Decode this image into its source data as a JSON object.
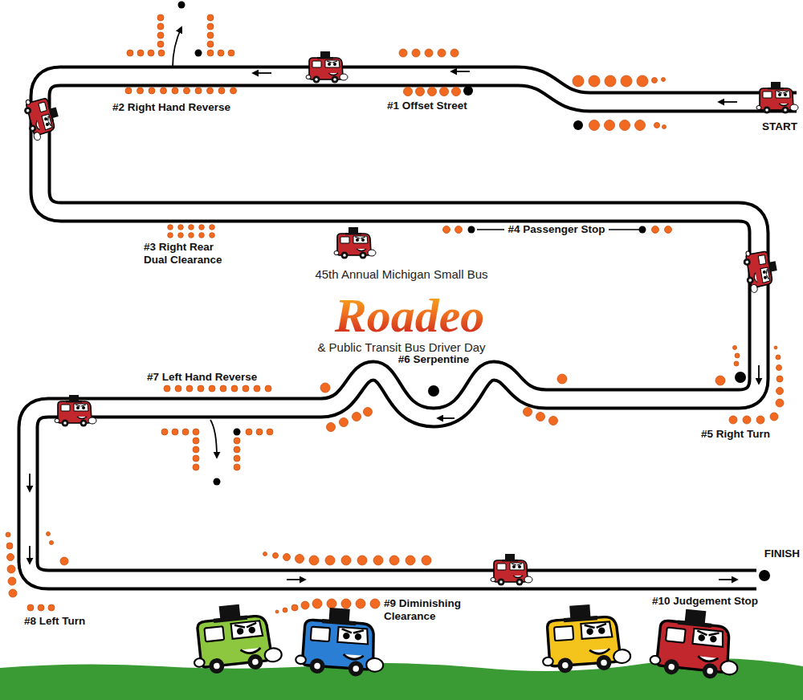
{
  "diagram": {
    "labels": [
      "START",
      "#1 Offset Street",
      "#2 Right Hand Reverse",
      "#3 Right Rear Dual Clearance",
      "#4 Passenger Stop",
      "45th Annual Michigan Small Bus",
      "Roadeo",
      "& Public Transit Bus Driver Day",
      "#5 Right Turn",
      "#6 Serpentine",
      "#7 Left Hand Reverse",
      "#8 Left Turn",
      "#9 Diminishing Clearance",
      "#10 Judgement Stop",
      "FINISH"
    ]
  }
}
